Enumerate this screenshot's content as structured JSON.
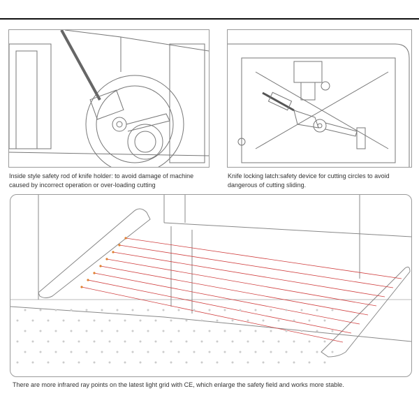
{
  "captions": {
    "knife_holder": "Inside style safety rod of knife holder: to avoid damage of machine caused by incorrect operation or over-loading cutting",
    "locking_latch": "Knife locking latch:safety device for cutting circles to avoid dangerous of cutting sliding.",
    "light_grid": "There are more infrared ray points on the latest light grid with CE, which enlarge the safety field and works more stable."
  },
  "colors": {
    "laser": "#d04040",
    "line": "#777777"
  }
}
